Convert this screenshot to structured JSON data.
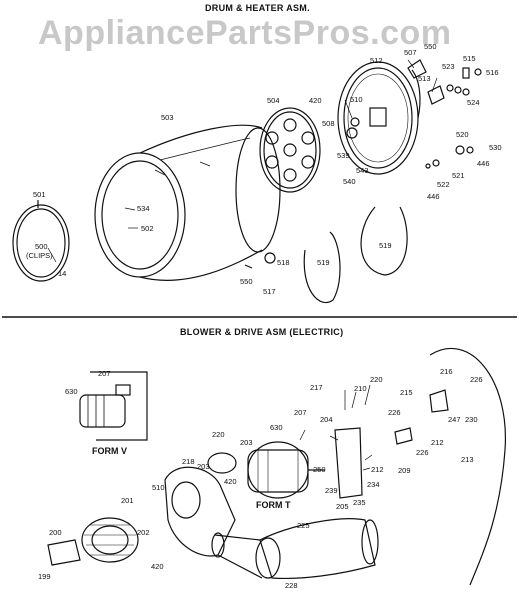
{
  "watermark": "AppliancePartsPros.com",
  "sections": {
    "top_title": "DRUM & HEATER ASM.",
    "bottom_title": "BLOWER & DRIVE ASM (ELECTRIC)"
  },
  "form_labels": {
    "form_v": "FORM V",
    "form_t": "FORM T"
  },
  "part_labels": {
    "p501": "501",
    "p500": "500",
    "p500_clips": "(CLIPS)",
    "p14": "14",
    "p503": "503",
    "p534": "534",
    "p502": "502",
    "p504": "504",
    "p518": "518",
    "p550a": "550",
    "p517": "517",
    "p519a": "519",
    "p519b": "519",
    "p420a": "420",
    "p508": "508",
    "p510": "510",
    "p512": "512",
    "p539": "539",
    "p540": "540",
    "p543": "543",
    "p507": "507",
    "p550b": "550",
    "p513": "513",
    "p523": "523",
    "p515": "515",
    "p516": "516",
    "p524": "524",
    "p520": "520",
    "p530": "530",
    "p521": "521",
    "p522": "522",
    "p446a": "446",
    "p446b": "446",
    "p630a": "630",
    "p207a": "207",
    "p217": "217",
    "p210": "210",
    "p220a": "220",
    "p216": "216",
    "p226a": "226",
    "p215": "215",
    "p247": "247",
    "p230": "230",
    "p226b": "226",
    "p212a": "212",
    "p226c": "226",
    "p209": "209",
    "p213": "213",
    "p207b": "207",
    "p204": "204",
    "p630b": "630",
    "p220b": "220",
    "p203a": "203",
    "p203b": "203",
    "p420b": "420",
    "p218": "218",
    "p510b": "510",
    "p250": "250",
    "p239": "239",
    "p212b": "212",
    "p234": "234",
    "p205": "205",
    "p235": "235",
    "p201": "201",
    "p202": "202",
    "p200": "200",
    "p199": "199",
    "p420c": "420",
    "p225": "225",
    "p228": "228"
  }
}
